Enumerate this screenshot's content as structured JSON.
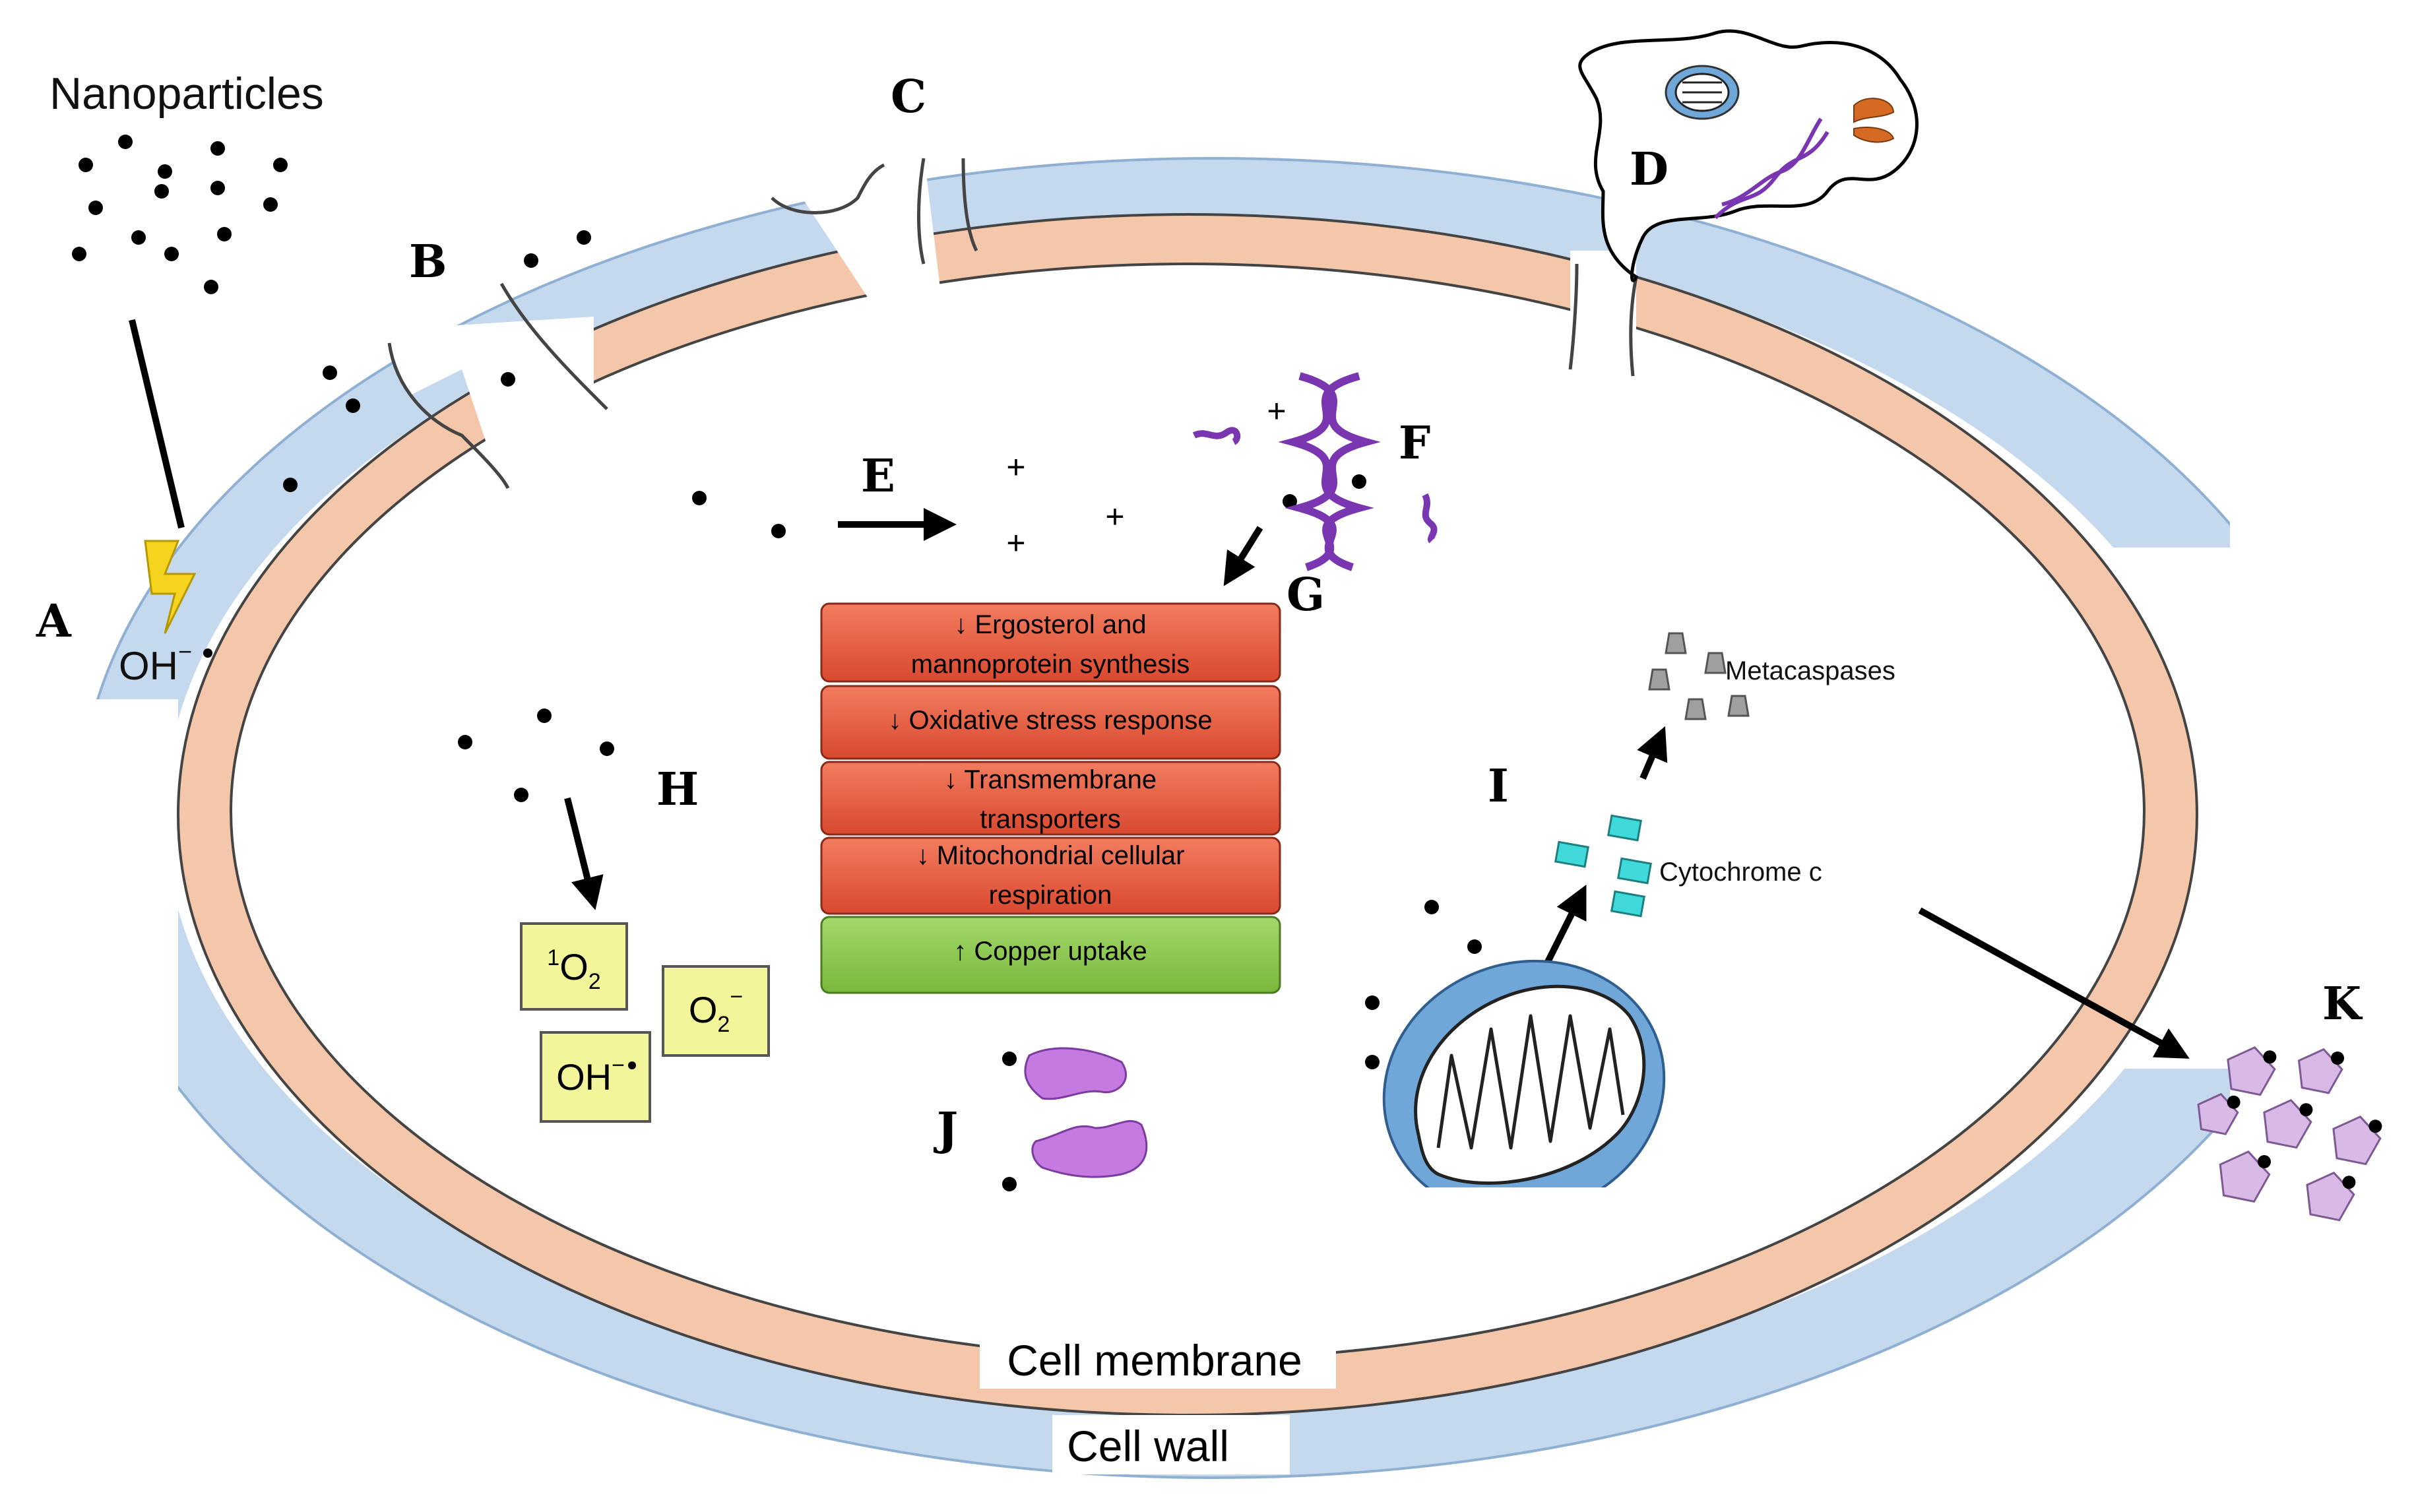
{
  "title": "Nanoparticles",
  "letters": {
    "A": "A",
    "B": "B",
    "C": "C",
    "D": "D",
    "E": "E",
    "F": "F",
    "G": "G",
    "H": "H",
    "I": "I",
    "J": "J",
    "K": "K"
  },
  "ros": {
    "hydroxyl_outside": "OH",
    "charge_minus": "−",
    "singlet_oxygen_sup": "1",
    "singlet_oxygen": "O",
    "singlet_oxygen_sub": "2",
    "superoxide": "O",
    "superoxide_sub": "2",
    "hydroxyl_inside": "OH"
  },
  "plus_sign": "+",
  "effects": [
    {
      "line1": "↓ Ergosterol and",
      "line2": "mannoprotein synthesis"
    },
    {
      "line1": "↓ Oxidative stress response",
      "line2": ""
    },
    {
      "line1": "↓ Transmembrane",
      "line2": "transporters"
    },
    {
      "line1": "↓ Mitochondrial cellular",
      "line2": "respiration"
    },
    {
      "line1": "↑ Copper uptake",
      "line2": ""
    }
  ],
  "labels": {
    "metacaspases": "Metacaspases",
    "cytochrome": "Cytochrome c",
    "cell_membrane": "Cell membrane",
    "cell_wall": "Cell wall"
  },
  "colors": {
    "membrane": "#F5C7AA",
    "membrane_stroke": "#444444",
    "cell_wall": "#C5D9EE",
    "effect_red": "#E86A4C",
    "effect_green": "#8CCB4E",
    "ros_box": "#F3F59A",
    "dna_purple": "#7A35B0",
    "protein_purple": "#C47AE0",
    "cytochrome": "#40D9DA",
    "metacaspase": "#A0A0A0",
    "mito_blue": "#6FA7D9",
    "organelle_orange": "#D56A24"
  },
  "icons": [
    "lightning-icon",
    "dna-helix-icon",
    "mitochondrion-icon",
    "arrow-icon",
    "nanoparticle-dot-icon"
  ]
}
